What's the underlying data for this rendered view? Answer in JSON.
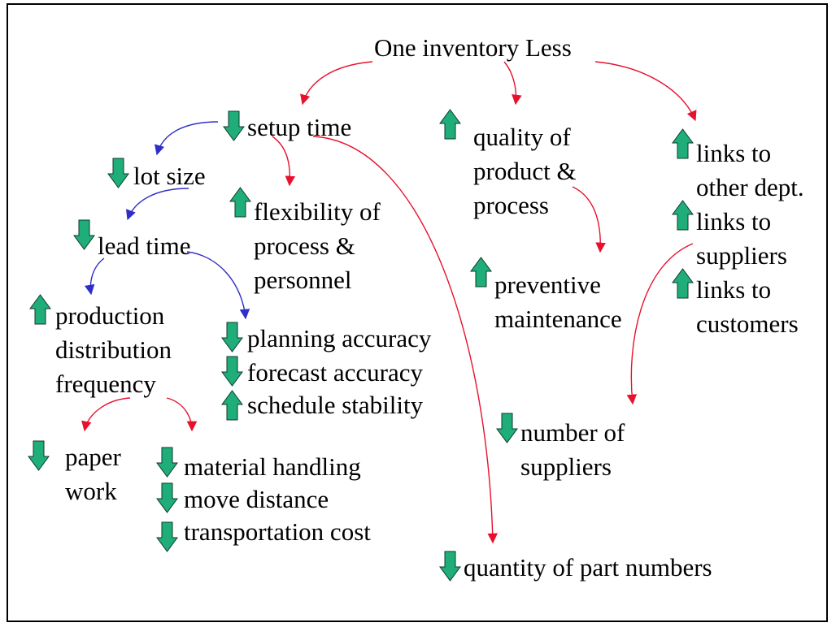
{
  "title": "One inventory Less",
  "colors": {
    "red_link": "#e8112d",
    "blue_link": "#2f2fc8",
    "arrow_fill": "#1fae7a",
    "arrow_stroke": "#0d3b2b"
  },
  "nodes": {
    "setup_time": {
      "label": "setup time",
      "direction": "down"
    },
    "lot_size": {
      "label": "lot size",
      "direction": "down"
    },
    "lead_time": {
      "label": "lead time",
      "direction": "down"
    },
    "flexibility": {
      "lines": [
        "flexibility of",
        "process &",
        "personnel"
      ],
      "direction": "up"
    },
    "production": {
      "lines": [
        "production",
        "distribution",
        "frequency"
      ],
      "direction": "up"
    },
    "planning_accuracy": {
      "label": "planning accuracy",
      "direction": "down"
    },
    "forecast_accuracy": {
      "label": "forecast accuracy",
      "direction": "down"
    },
    "schedule_stability": {
      "label": "schedule stability",
      "direction": "up"
    },
    "paper_work": {
      "lines": [
        "paper",
        "work"
      ],
      "direction": "down"
    },
    "material_handling": {
      "label": "material handling",
      "direction": "down"
    },
    "move_distance": {
      "label": "move distance",
      "direction": "down"
    },
    "transportation_cost": {
      "label": "transportation cost",
      "direction": "down"
    },
    "quality": {
      "lines": [
        "quality of",
        "product &",
        "process"
      ],
      "direction": "up"
    },
    "preventive": {
      "lines": [
        "preventive",
        "maintenance"
      ],
      "direction": "up"
    },
    "links_dept": {
      "lines": [
        "links to",
        "other dept."
      ],
      "direction": "up"
    },
    "links_suppliers": {
      "lines": [
        "links to",
        "suppliers"
      ],
      "direction": "up"
    },
    "links_customers": {
      "lines": [
        "links to",
        "customers"
      ],
      "direction": "up"
    },
    "number_suppliers": {
      "lines": [
        "number of",
        "suppliers"
      ],
      "direction": "down"
    },
    "part_numbers": {
      "label": "quantity of part numbers",
      "direction": "down"
    }
  }
}
